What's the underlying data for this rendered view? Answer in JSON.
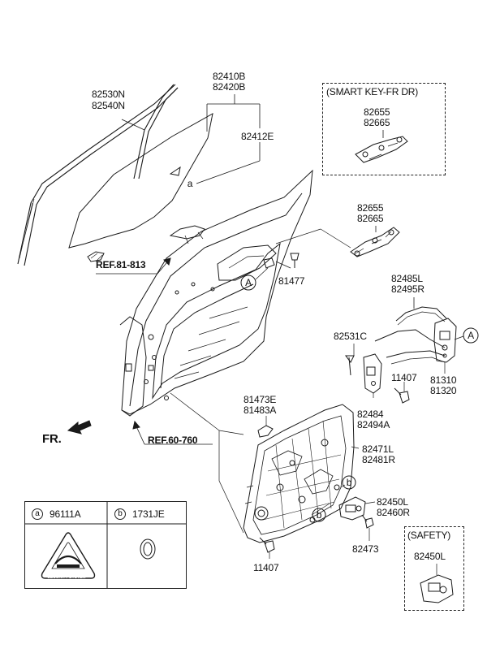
{
  "labels": {
    "glass_channel": [
      "82530N",
      "82540N"
    ],
    "glass": [
      "82410B",
      "82420B"
    ],
    "glass_run": "82412E",
    "smart_key_title": "(SMART KEY-FR DR)",
    "smart_key_handle": [
      "82655",
      "82665"
    ],
    "outside_handle": [
      "82655",
      "82665"
    ],
    "ref_81_813": "REF.81-813",
    "bolt_81477": "81477",
    "latch_cable": [
      "82485L",
      "82495R"
    ],
    "rod_82531C": "82531C",
    "bolt_11407_a": "11407",
    "latch": [
      "81310",
      "81320"
    ],
    "bracket": [
      "82484",
      "82494A"
    ],
    "clip": [
      "81473E",
      "81483A"
    ],
    "fr": "FR.",
    "ref_60_760": "REF.60-760",
    "regulator": [
      "82471L",
      "82481R"
    ],
    "motor": [
      "82450L",
      "82460R"
    ],
    "screw_82473": "82473",
    "bolt_11407_b": "11407",
    "safety_title": "(SAFETY)",
    "safety_motor": "82450L",
    "callout_a": "a",
    "callout_b": "b",
    "callout_A": "A"
  },
  "legend": {
    "a_letter": "a",
    "a_part": "96111A",
    "b_letter": "b",
    "b_part": "1731JE",
    "label_lines": [
      "SMART KEY",
      "SECURITY SYSTEM"
    ]
  }
}
